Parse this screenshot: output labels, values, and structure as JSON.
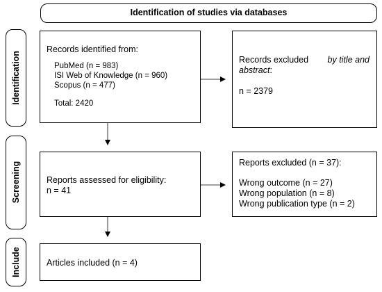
{
  "header": {
    "title": "Identification of studies via databases"
  },
  "stages": {
    "identification": "Identification",
    "screening": "Screening",
    "include": "Include"
  },
  "identified": {
    "heading": "Records identified from:",
    "sources": [
      "PubMed (n = 983)",
      "ISI Web of Knowledge (n = 960)",
      "Scopus (n = 477)"
    ],
    "total": "Total: 2420"
  },
  "excluded_title": {
    "line1_prefix": "Records excluded",
    "line1_emph": "by title and",
    "line2_emph": "abstract",
    "line2_suffix": ":",
    "count": "n = 2379"
  },
  "assessed": {
    "line1": "Reports assessed for eligibility:",
    "line2": "n = 41"
  },
  "reports_excluded": {
    "heading": "Reports excluded (n = 37):",
    "reasons": [
      "Wrong outcome (n = 27)",
      "Wrong population (n = 8)",
      "Wrong publication type (n = 2)"
    ]
  },
  "included": {
    "text": "Articles included (n = 4)"
  }
}
